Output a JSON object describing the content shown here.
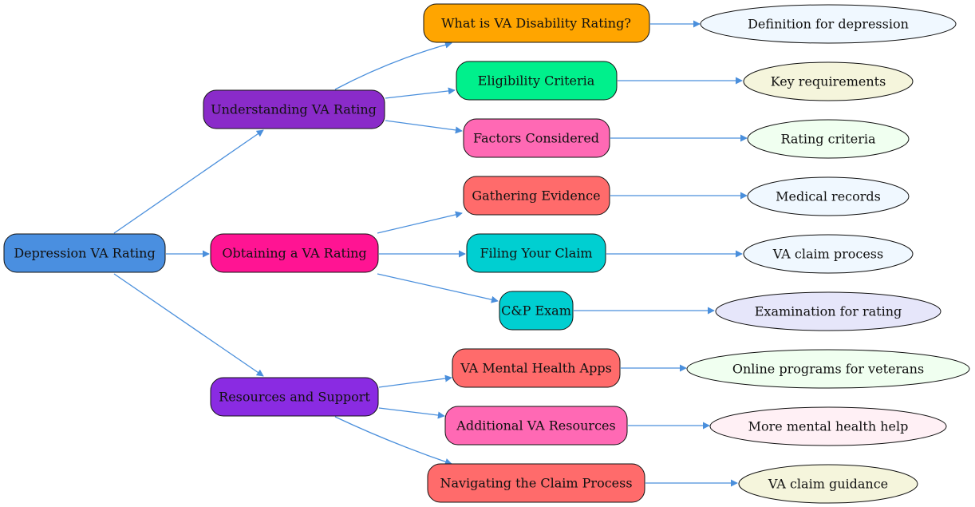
{
  "nodes": {
    "root": {
      "label": "Depression VA Rating",
      "color": "#4a8fe0"
    },
    "understanding": {
      "label": "Understanding VA Rating",
      "color": "#8a2bc9"
    },
    "obtaining": {
      "label": "Obtaining a VA Rating",
      "color": "#ff1493"
    },
    "resources": {
      "label": "Resources and Support",
      "color": "#8a2be2"
    },
    "what_is": {
      "label": "What is VA Disability Rating?",
      "color": "#ffa500"
    },
    "eligibility": {
      "label": "Eligibility Criteria",
      "color": "#00f08c"
    },
    "factors": {
      "label": "Factors Considered",
      "color": "#ff69b4"
    },
    "gathering": {
      "label": "Gathering Evidence",
      "color": "#ff6b6b"
    },
    "filing": {
      "label": "Filing Your Claim",
      "color": "#00cfd1"
    },
    "cp_exam": {
      "label": "C&P Exam",
      "color": "#00cfd1"
    },
    "apps": {
      "label": "VA Mental Health Apps",
      "color": "#ff6b6b"
    },
    "additional": {
      "label": "Additional VA Resources",
      "color": "#ff69b4"
    },
    "navigating": {
      "label": "Navigating the Claim Process",
      "color": "#ff6b6b"
    },
    "definition": {
      "label": "Definition for depression",
      "color": "#f0f8ff"
    },
    "key_req": {
      "label": "Key requirements",
      "color": "#f5f5dc"
    },
    "rating_criteria": {
      "label": "Rating criteria",
      "color": "#f0fff0"
    },
    "medical_records": {
      "label": "Medical records",
      "color": "#f0f8ff"
    },
    "claim_process": {
      "label": "VA claim process",
      "color": "#f0f8ff"
    },
    "exam_rating": {
      "label": "Examination for rating",
      "color": "#e6e6fa"
    },
    "online_programs": {
      "label": "Online programs for veterans",
      "color": "#f0fff0"
    },
    "more_help": {
      "label": "More mental health help",
      "color": "#fff0f5"
    },
    "claim_guidance": {
      "label": "VA claim guidance",
      "color": "#f5f5dc"
    }
  },
  "edge_color": "#4a8fdc"
}
